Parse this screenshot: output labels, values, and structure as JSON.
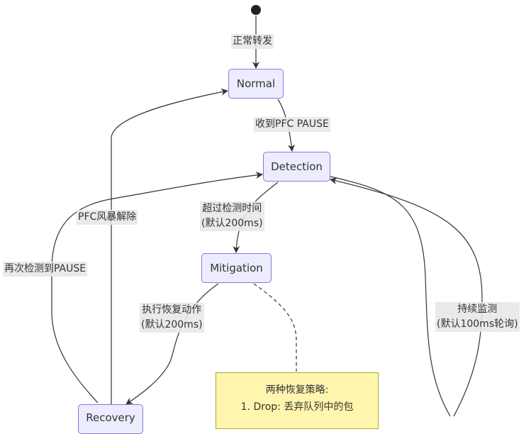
{
  "colors": {
    "state_fill": "#ececff",
    "state_border": "#9370db",
    "note_fill": "#fff5ad",
    "note_border": "#aaaa33",
    "edge": "#333333",
    "label_bg": "#e8e8e8"
  },
  "states": {
    "normal": "Normal",
    "detection": "Detection",
    "mitigation": "Mitigation",
    "recovery": "Recovery"
  },
  "edges": {
    "start_to_normal": "正常转发",
    "normal_to_detection": "收到PFC PAUSE",
    "detection_to_mitigation": [
      "超过检测时间",
      "(默认200ms)"
    ],
    "mitigation_to_recovery": [
      "执行恢复动作",
      "(默认200ms)"
    ],
    "recovery_to_normal": "PFC风暴解除",
    "recovery_to_detection": "再次检测到PAUSE",
    "loop_detection": [
      "持续监测",
      "(默认100ms轮询)"
    ]
  },
  "note": {
    "title": "两种恢复策略:",
    "line1": "1. Drop: 丢弃队列中的包"
  }
}
